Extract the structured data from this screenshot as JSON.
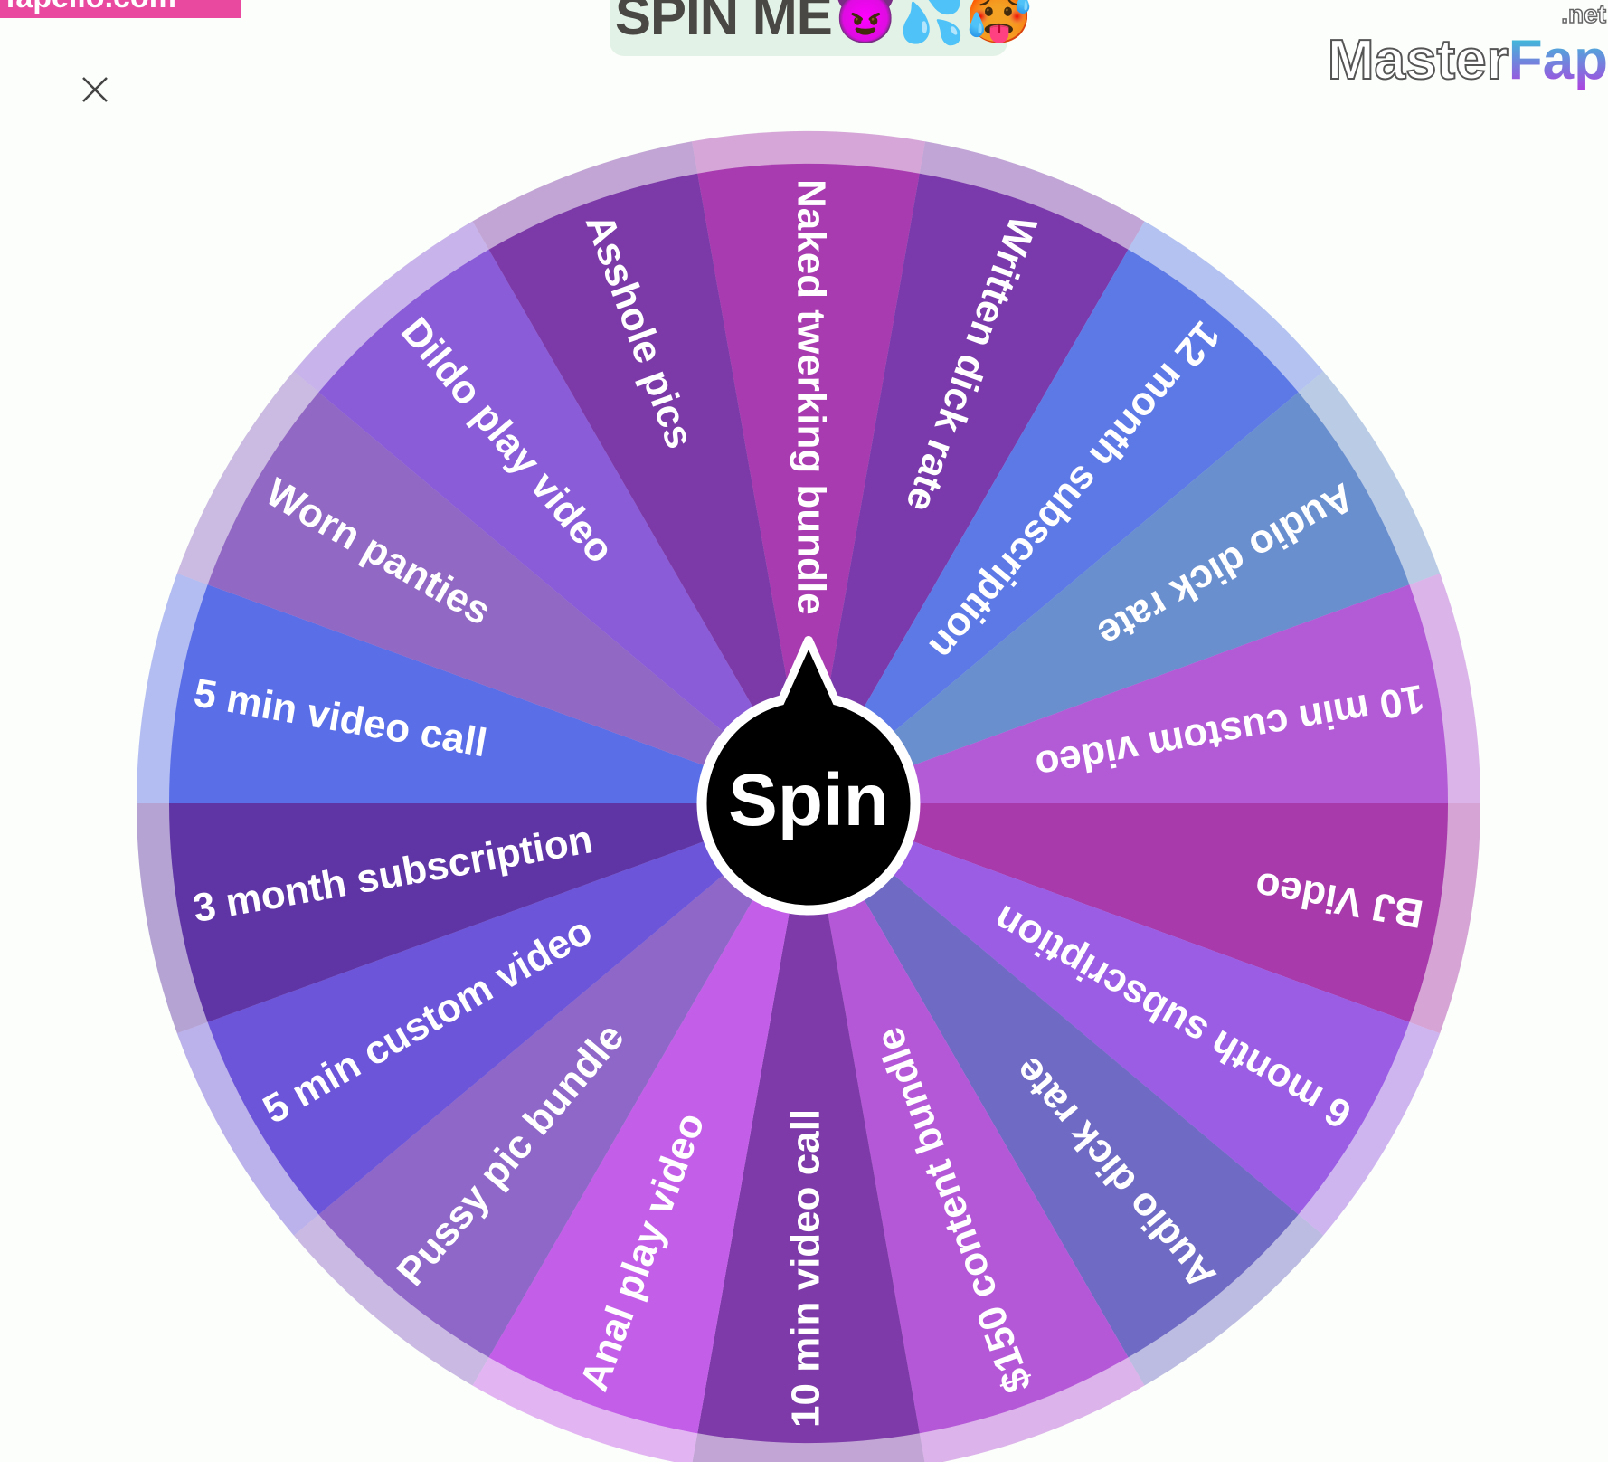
{
  "watermark_left": "fapello.com",
  "header": {
    "title": "SPIN ME",
    "title_emoji": "😈💦🥵"
  },
  "logo": {
    "main": "Master",
    "accent": "Fap",
    "suffix": ".net"
  },
  "hub": {
    "label": "Spin"
  },
  "icons": {
    "close": "close-icon"
  },
  "wheel": {
    "segments": [
      {
        "label": "Naked twerking bundle",
        "color": "#a93bb0"
      },
      {
        "label": "Written dick rate",
        "color": "#7b3aab"
      },
      {
        "label": "12 month subscription",
        "color": "#5d79e6"
      },
      {
        "label": "Audio dick rate",
        "color": "#6a8fcf"
      },
      {
        "label": "10 min custom video",
        "color": "#b35ad6"
      },
      {
        "label": "BJ Video",
        "color": "#a83aab"
      },
      {
        "label": "6 month subscription",
        "color": "#9a5de4"
      },
      {
        "label": "Audio dick rate",
        "color": "#6f6ac4"
      },
      {
        "label": "$150 content bundle",
        "color": "#b558d8"
      },
      {
        "label": "10 min video call",
        "color": "#7d3aa8"
      },
      {
        "label": "Anal play video",
        "color": "#c35ee8"
      },
      {
        "label": "Pussy pic bundle",
        "color": "#8e67c8"
      },
      {
        "label": "5 min custom video",
        "color": "#6d55d9"
      },
      {
        "label": "3 month subscription",
        "color": "#5f35a6"
      },
      {
        "label": "5 min video call",
        "color": "#5a6ee8"
      },
      {
        "label": "Worn panties",
        "color": "#9168c4"
      },
      {
        "label": "Dildo play video",
        "color": "#8a5cd8"
      },
      {
        "label": "Asshole pics",
        "color": "#7c3aa8"
      }
    ]
  }
}
